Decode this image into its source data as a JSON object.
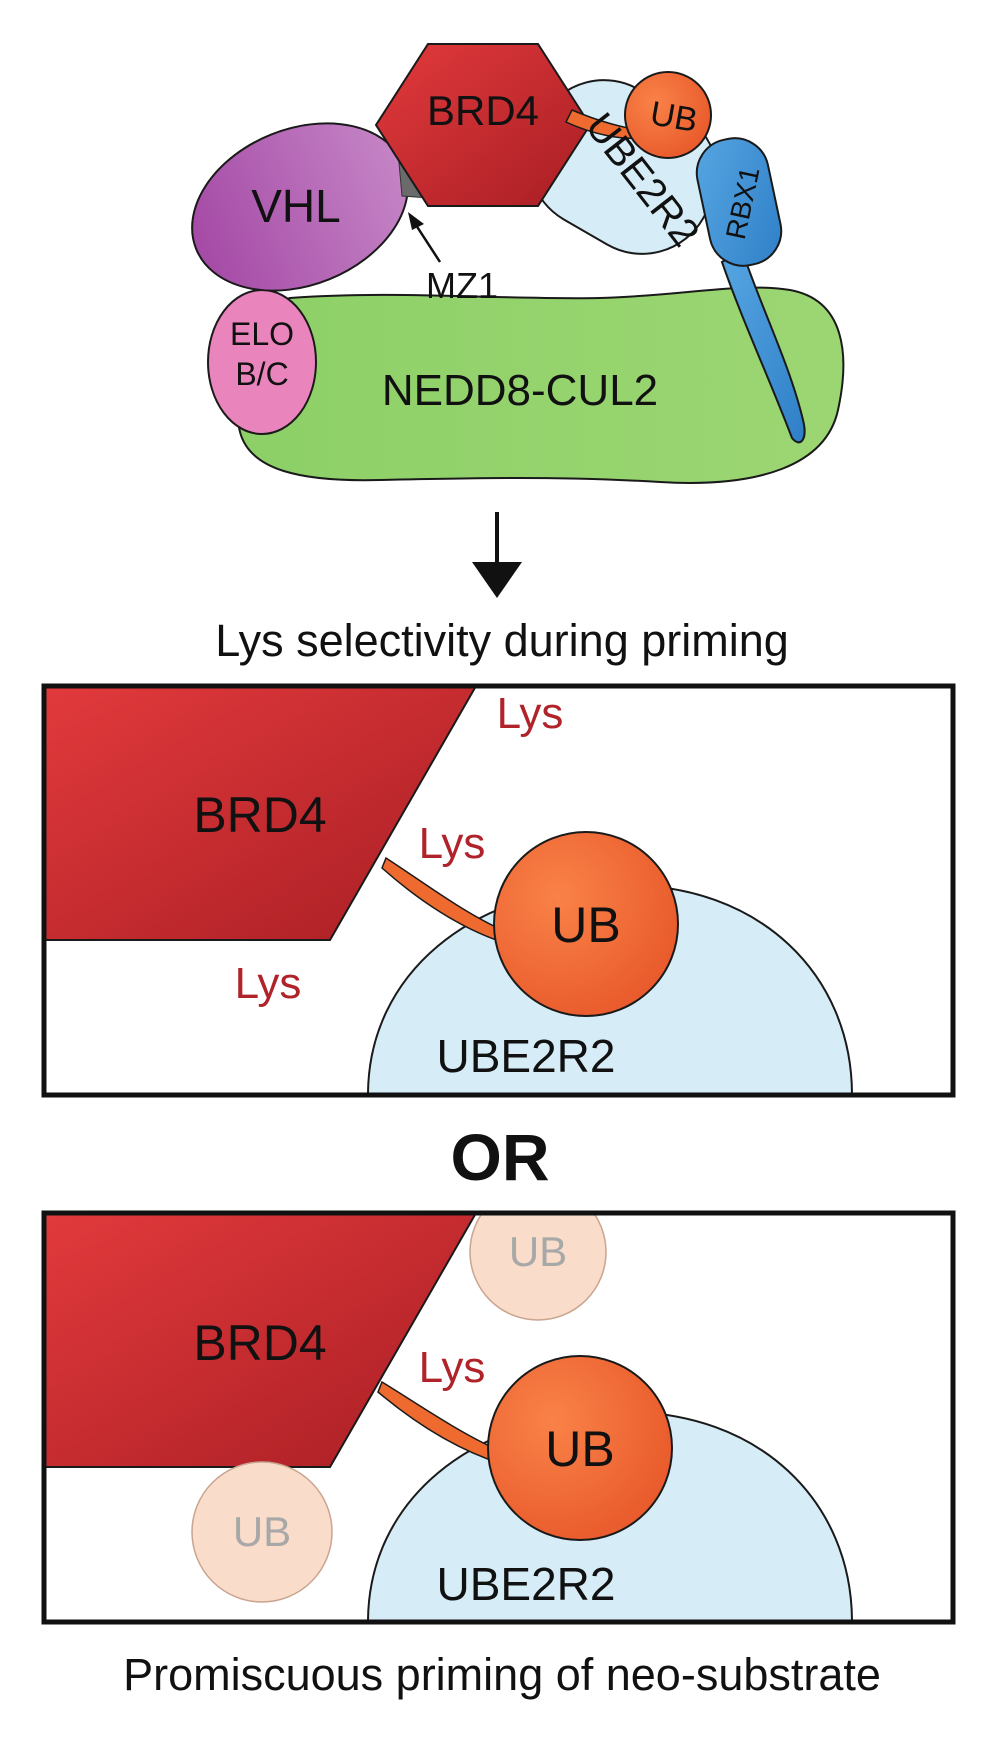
{
  "complex": {
    "brd4": "BRD4",
    "ub": "UB",
    "ube2r2": "UBE2R2",
    "rbx1": "RBX1",
    "vhl": "VHL",
    "mz1": "MZ1",
    "elo_line1": "ELO",
    "elo_line2": "B/C",
    "cul2": "NEDD8-CUL2"
  },
  "panel1": {
    "caption": "Lys selectivity during priming",
    "brd4": "BRD4",
    "lys_top": "Lys",
    "lys_mid": "Lys",
    "lys_bottom": "Lys",
    "ub": "UB",
    "ube2r2": "UBE2R2"
  },
  "separator": "OR",
  "panel2": {
    "brd4": "BRD4",
    "ub_faded_top": "UB",
    "lys": "Lys",
    "ub": "UB",
    "ub_faded_bottom": "UB",
    "ube2r2": "UBE2R2",
    "caption": "Promiscuous priming of neo-substrate"
  },
  "colors": {
    "brd4": "#c62a2e",
    "ub": "#ee6a2e",
    "ube2r2": "#d6ecf6",
    "rbx1": "#3d8fd6",
    "vhl": "#9d47a2",
    "elo": "#ea84bd",
    "cul2": "#8fd06a",
    "lys": "#b0232a"
  }
}
